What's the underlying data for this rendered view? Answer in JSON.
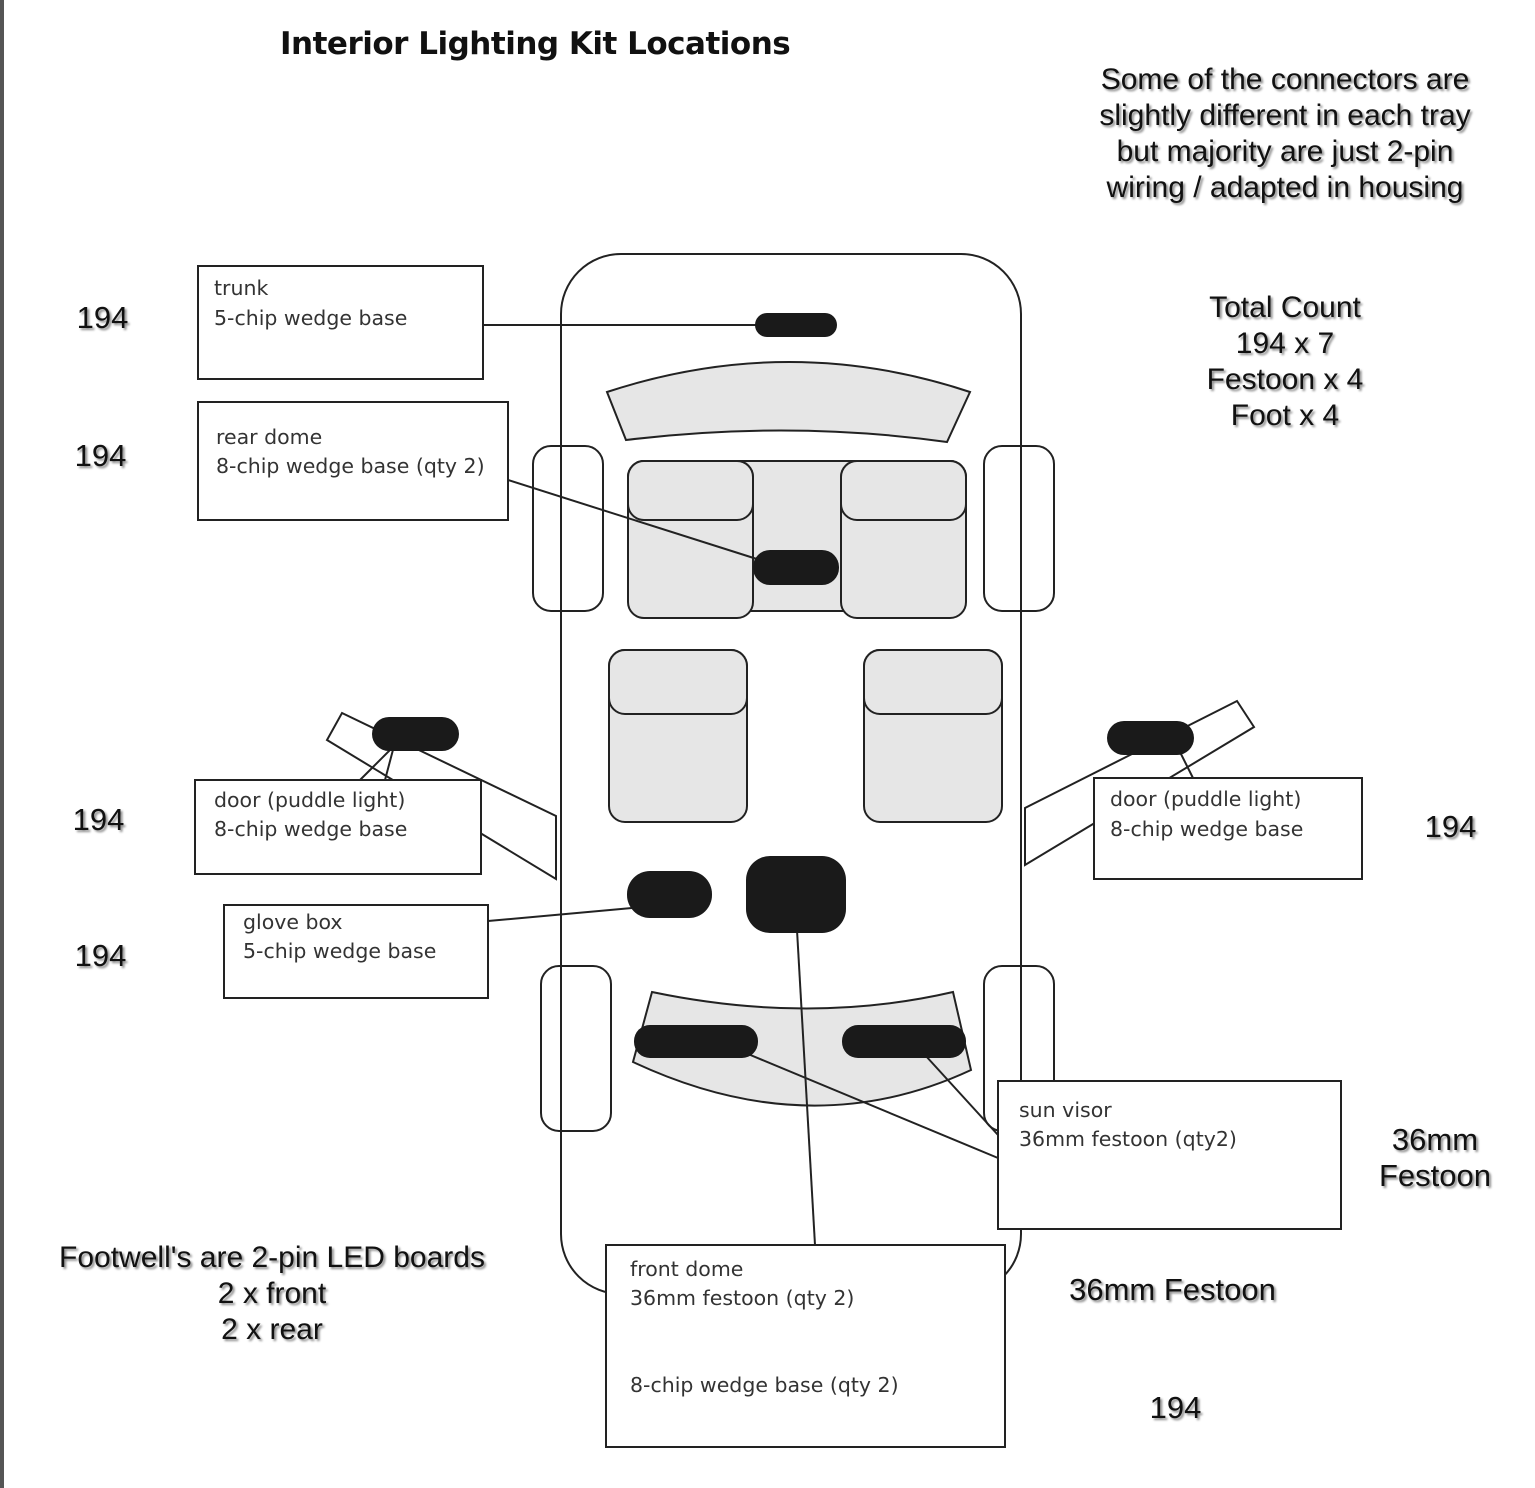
{
  "title": "Interior Lighting Kit Locations",
  "connector_note": [
    "Some of the connectors are",
    "slightly different in each tray",
    "but majority are just 2-pin",
    "wiring / adapted in housing"
  ],
  "total_count": [
    "Total Count",
    "194 x 7",
    "Festoon x 4",
    "Foot x 4"
  ],
  "footwell_note": [
    "Footwell's are 2-pin LED boards",
    "2 x front",
    "2 x rear"
  ],
  "labels": {
    "trunk": {
      "name": "trunk",
      "spec": "5-chip wedge base",
      "bulb": "194"
    },
    "rear_dome": {
      "name": "rear dome",
      "spec": "8-chip wedge base (qty 2)",
      "bulb": "194"
    },
    "door_left": {
      "name": "door (puddle light)",
      "spec": "8-chip wedge base",
      "bulb": "194"
    },
    "door_right": {
      "name": "door (puddle light)",
      "spec": "8-chip wedge base",
      "bulb": "194"
    },
    "glove_box": {
      "name": "glove box",
      "spec": "5-chip wedge base",
      "bulb": "194"
    },
    "sun_visor": {
      "name": "sun visor",
      "spec": "36mm festoon (qty2)",
      "bulb": [
        "36mm",
        "Festoon"
      ]
    },
    "front_dome": {
      "name": "front dome",
      "spec": "36mm festoon (qty 2)",
      "spec2": "8-chip wedge base (qty 2)",
      "bulb": "36mm Festoon",
      "bulb2": "194"
    }
  },
  "colors": {
    "seat_fill": "#e6e6e6",
    "light_fill": "#1a1a1a",
    "outline": "#222222"
  }
}
